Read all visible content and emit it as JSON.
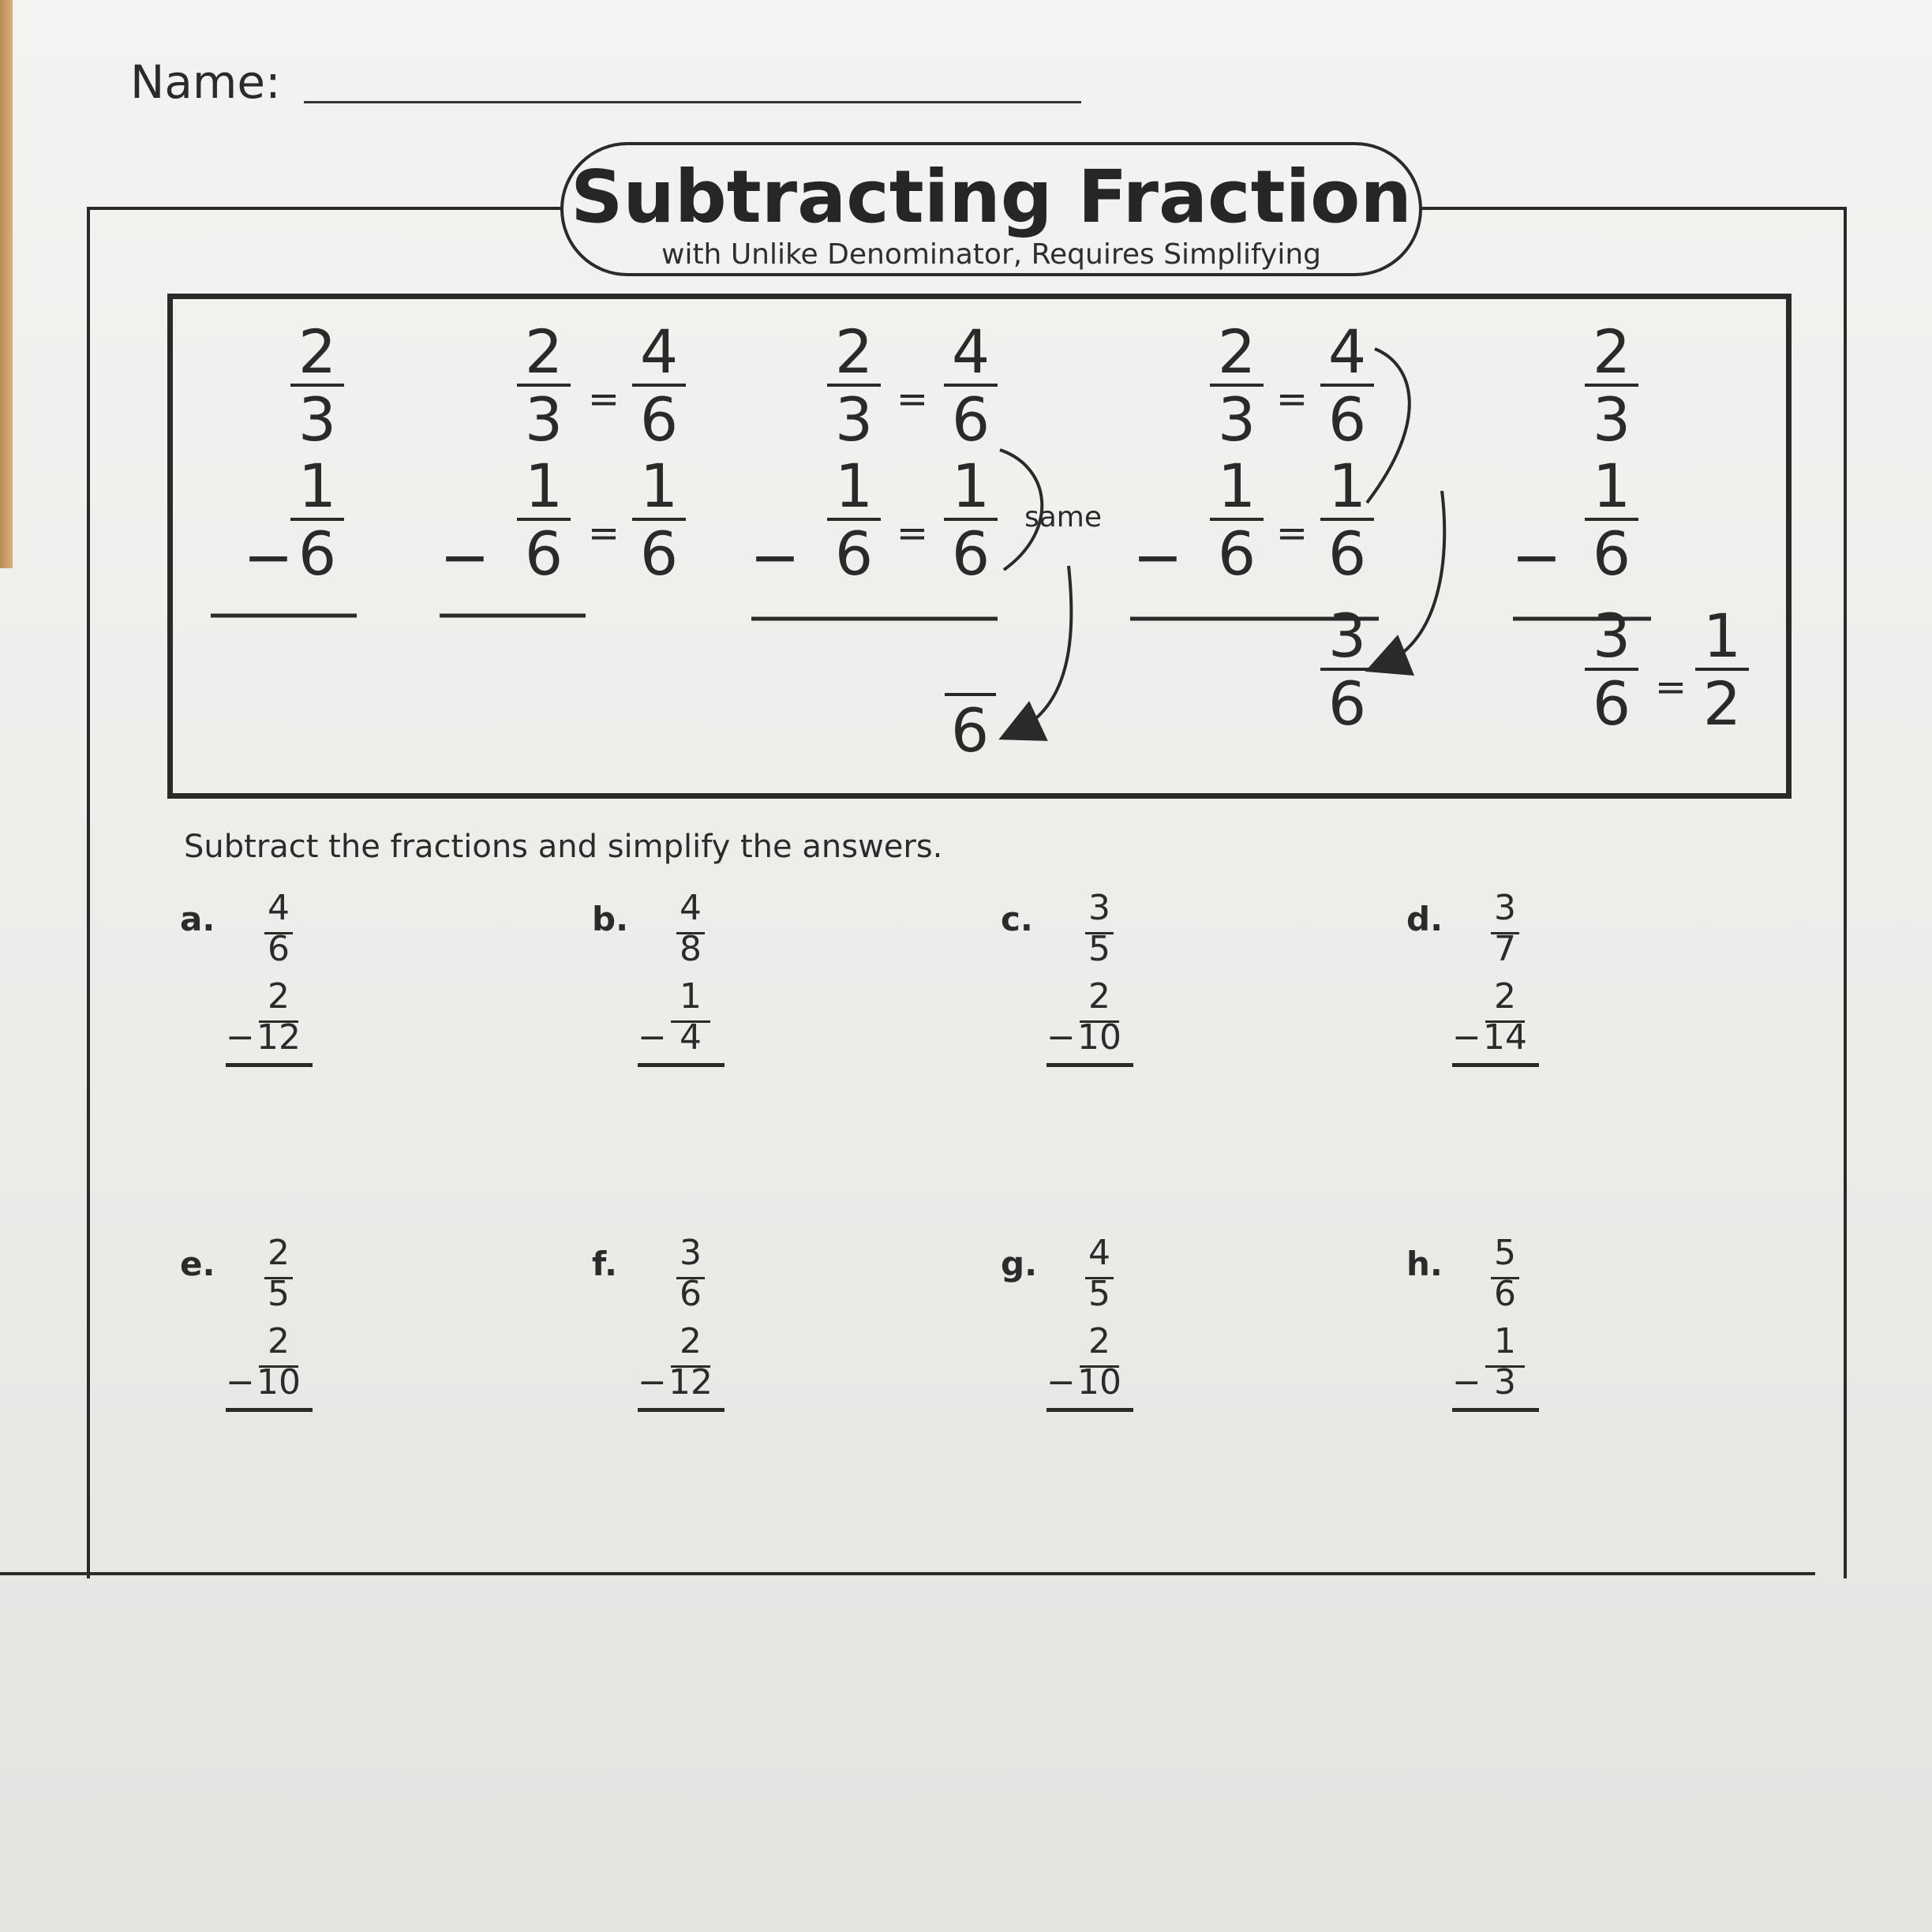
{
  "header": {
    "name_label": "Name:"
  },
  "title": {
    "main": "Subtracting Fraction",
    "subtitle": "with Unlike Denominator, Requires Simplifying"
  },
  "example": {
    "steps": [
      {
        "top": [
          "2",
          "3"
        ],
        "bottom": [
          "1",
          "6"
        ]
      },
      {
        "top": [
          "2",
          "3"
        ],
        "top_equiv": [
          "4",
          "6"
        ],
        "bottom": [
          "1",
          "6"
        ],
        "bottom_equiv": [
          "1",
          "6"
        ]
      },
      {
        "top": [
          "2",
          "3"
        ],
        "top_equiv": [
          "4",
          "6"
        ],
        "bottom": [
          "1",
          "6"
        ],
        "bottom_equiv": [
          "1",
          "6"
        ],
        "note": "same",
        "result_den": "6"
      },
      {
        "top": [
          "2",
          "3"
        ],
        "top_equiv": [
          "4",
          "6"
        ],
        "bottom": [
          "1",
          "6"
        ],
        "bottom_equiv": [
          "1",
          "6"
        ],
        "result": [
          "3",
          "6"
        ]
      },
      {
        "top": [
          "2",
          "3"
        ],
        "bottom": [
          "1",
          "6"
        ],
        "result": [
          "3",
          "6"
        ],
        "simplified": [
          "1",
          "2"
        ]
      }
    ],
    "equals": "=",
    "minus": "−"
  },
  "instructions": "Subtract the fractions and simplify the answers.",
  "problems": [
    {
      "label": "a.",
      "top": [
        "4",
        "6"
      ],
      "bottom": [
        "2",
        "12"
      ]
    },
    {
      "label": "b.",
      "top": [
        "4",
        "8"
      ],
      "bottom": [
        "1",
        "4"
      ]
    },
    {
      "label": "c.",
      "top": [
        "3",
        "5"
      ],
      "bottom": [
        "2",
        "10"
      ]
    },
    {
      "label": "d.",
      "top": [
        "3",
        "7"
      ],
      "bottom": [
        "2",
        "14"
      ]
    },
    {
      "label": "e.",
      "top": [
        "2",
        "5"
      ],
      "bottom": [
        "2",
        "10"
      ]
    },
    {
      "label": "f.",
      "top": [
        "3",
        "6"
      ],
      "bottom": [
        "2",
        "12"
      ]
    },
    {
      "label": "g.",
      "top": [
        "4",
        "5"
      ],
      "bottom": [
        "2",
        "10"
      ]
    },
    {
      "label": "h.",
      "top": [
        "5",
        "6"
      ],
      "bottom": [
        "1",
        "3"
      ]
    }
  ]
}
